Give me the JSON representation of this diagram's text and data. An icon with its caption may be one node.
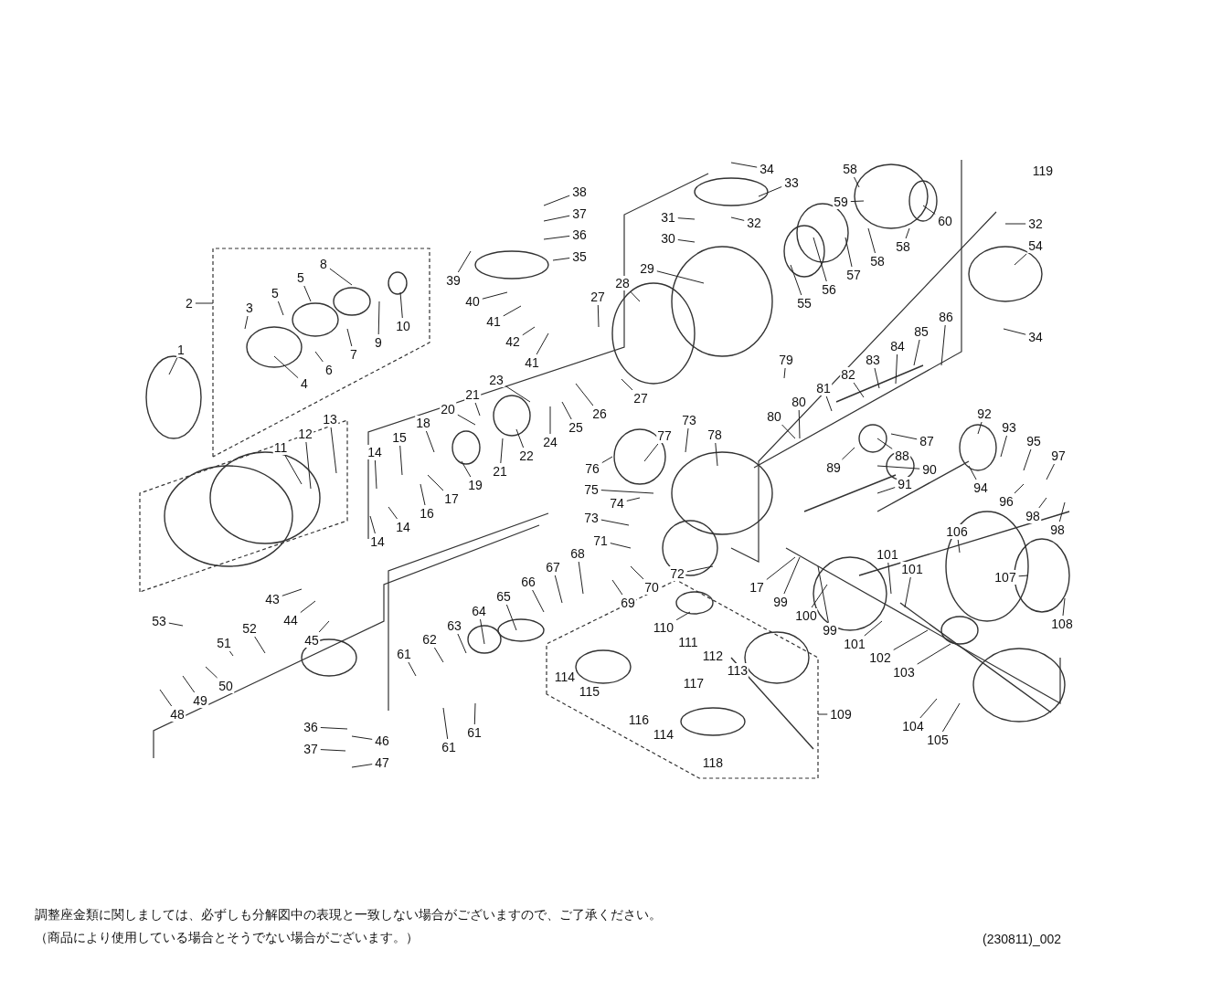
{
  "diagram": {
    "nodes": [
      {
        "text": [
          "1"
        ]
      },
      {
        "text": [
          "2"
        ]
      },
      {
        "text": [
          "3"
        ]
      },
      {
        "text": [
          "4"
        ]
      },
      {
        "text": [
          "5"
        ]
      },
      {
        "text": [
          "5"
        ]
      },
      {
        "text": [
          "6"
        ]
      },
      {
        "text": [
          "7"
        ]
      },
      {
        "text": [
          "8"
        ]
      },
      {
        "text": [
          "9"
        ]
      },
      {
        "text": [
          "10"
        ]
      },
      {
        "text": [
          "11"
        ]
      },
      {
        "text": [
          "12"
        ]
      },
      {
        "text": [
          "13"
        ]
      },
      {
        "text": [
          "14"
        ]
      },
      {
        "text": [
          "14"
        ]
      },
      {
        "text": [
          "14"
        ]
      },
      {
        "text": [
          "15"
        ]
      },
      {
        "text": [
          "16"
        ]
      },
      {
        "text": [
          "17"
        ]
      },
      {
        "text": [
          "17"
        ]
      },
      {
        "text": [
          "18"
        ]
      },
      {
        "text": [
          "19"
        ]
      },
      {
        "text": [
          "20"
        ]
      },
      {
        "text": [
          "21"
        ]
      },
      {
        "text": [
          "21"
        ]
      },
      {
        "text": [
          "22"
        ]
      },
      {
        "text": [
          "23"
        ]
      },
      {
        "text": [
          "24"
        ]
      },
      {
        "text": [
          "25"
        ]
      },
      {
        "text": [
          "26"
        ]
      },
      {
        "text": [
          "27"
        ]
      },
      {
        "text": [
          "27"
        ]
      },
      {
        "text": [
          "28"
        ]
      },
      {
        "text": [
          "29"
        ]
      },
      {
        "text": [
          "30"
        ]
      },
      {
        "text": [
          "31"
        ]
      },
      {
        "text": [
          "32"
        ]
      },
      {
        "text": [
          "32"
        ]
      },
      {
        "text": [
          "33"
        ]
      },
      {
        "text": [
          "34"
        ]
      },
      {
        "text": [
          "34"
        ]
      },
      {
        "text": [
          "35"
        ]
      },
      {
        "text": [
          "36"
        ]
      },
      {
        "text": [
          "36"
        ]
      },
      {
        "text": [
          "37"
        ]
      },
      {
        "text": [
          "37"
        ]
      },
      {
        "text": [
          "38"
        ]
      },
      {
        "text": [
          "39"
        ]
      },
      {
        "text": [
          "40"
        ]
      },
      {
        "text": [
          "41"
        ]
      },
      {
        "text": [
          "41"
        ]
      },
      {
        "text": [
          "42"
        ]
      },
      {
        "text": [
          "43"
        ]
      },
      {
        "text": [
          "44"
        ]
      },
      {
        "text": [
          "45"
        ]
      },
      {
        "text": [
          "46"
        ]
      },
      {
        "text": [
          "47"
        ]
      },
      {
        "text": [
          "48"
        ]
      },
      {
        "text": [
          "49"
        ]
      },
      {
        "text": [
          "50"
        ]
      },
      {
        "text": [
          "51"
        ]
      },
      {
        "text": [
          "52"
        ]
      },
      {
        "text": [
          "53"
        ]
      },
      {
        "text": [
          "54"
        ]
      },
      {
        "text": [
          "55"
        ]
      },
      {
        "text": [
          "56"
        ]
      },
      {
        "text": [
          "57"
        ]
      },
      {
        "text": [
          "58"
        ]
      },
      {
        "text": [
          "58"
        ]
      },
      {
        "text": [
          "58"
        ]
      },
      {
        "text": [
          "59"
        ]
      },
      {
        "text": [
          "60"
        ]
      },
      {
        "text": [
          "61"
        ]
      },
      {
        "text": [
          "61"
        ]
      },
      {
        "text": [
          "61"
        ]
      },
      {
        "text": [
          "62"
        ]
      },
      {
        "text": [
          "63"
        ]
      },
      {
        "text": [
          "64"
        ]
      },
      {
        "text": [
          "65"
        ]
      },
      {
        "text": [
          "66"
        ]
      },
      {
        "text": [
          "67"
        ]
      },
      {
        "text": [
          "68"
        ]
      },
      {
        "text": [
          "69"
        ]
      },
      {
        "text": [
          "70"
        ]
      },
      {
        "text": [
          "71"
        ]
      },
      {
        "text": [
          "72"
        ]
      },
      {
        "text": [
          "73"
        ]
      },
      {
        "text": [
          "73"
        ]
      },
      {
        "text": [
          "74"
        ]
      },
      {
        "text": [
          "75"
        ]
      },
      {
        "text": [
          "76"
        ]
      },
      {
        "text": [
          "77"
        ]
      },
      {
        "text": [
          "78"
        ]
      },
      {
        "text": [
          "79"
        ]
      },
      {
        "text": [
          "80"
        ]
      },
      {
        "text": [
          "80"
        ]
      },
      {
        "text": [
          "81"
        ]
      },
      {
        "text": [
          "82"
        ]
      },
      {
        "text": [
          "83"
        ]
      },
      {
        "text": [
          "84"
        ]
      },
      {
        "text": [
          "85"
        ]
      },
      {
        "text": [
          "86"
        ]
      },
      {
        "text": [
          "87"
        ]
      },
      {
        "text": [
          "88"
        ]
      },
      {
        "text": [
          "89"
        ]
      },
      {
        "text": [
          "90"
        ]
      },
      {
        "text": [
          "91"
        ]
      },
      {
        "text": [
          "92"
        ]
      },
      {
        "text": [
          "93"
        ]
      },
      {
        "text": [
          "94"
        ]
      },
      {
        "text": [
          "95"
        ]
      },
      {
        "text": [
          "96"
        ]
      },
      {
        "text": [
          "97"
        ]
      },
      {
        "text": [
          "98"
        ]
      },
      {
        "text": [
          "98"
        ]
      },
      {
        "text": [
          "99"
        ]
      },
      {
        "text": [
          "99"
        ]
      },
      {
        "text": [
          "100"
        ]
      },
      {
        "text": [
          "101"
        ]
      },
      {
        "text": [
          "101"
        ]
      },
      {
        "text": [
          "101"
        ]
      },
      {
        "text": [
          "102"
        ]
      },
      {
        "text": [
          "103"
        ]
      },
      {
        "text": [
          "104"
        ]
      },
      {
        "text": [
          "105"
        ]
      },
      {
        "text": [
          "106"
        ]
      },
      {
        "text": [
          "107"
        ]
      },
      {
        "text": [
          "108"
        ]
      },
      {
        "text": [
          "109"
        ]
      },
      {
        "text": [
          "110"
        ]
      },
      {
        "text": [
          "111"
        ]
      },
      {
        "text": [
          "112"
        ]
      },
      {
        "text": [
          "113"
        ]
      },
      {
        "text": [
          "114"
        ]
      },
      {
        "text": [
          "114"
        ]
      },
      {
        "text": [
          "115"
        ]
      },
      {
        "text": [
          "116"
        ]
      },
      {
        "text": [
          "117"
        ]
      },
      {
        "text": [
          "118"
        ]
      },
      {
        "text": [
          "119"
        ]
      }
    ],
    "edges": [
      {
        "from": 0,
        "to": null,
        "arrow": "none"
      },
      {
        "from": 1,
        "to": null,
        "arrow": "none"
      },
      {
        "from": 2,
        "to": null,
        "arrow": "none"
      },
      {
        "from": 3,
        "to": null,
        "arrow": "none"
      },
      {
        "from": 4,
        "to": null,
        "arrow": "none"
      },
      {
        "from": 5,
        "to": null,
        "arrow": "none"
      },
      {
        "from": 6,
        "to": null,
        "arrow": "none"
      },
      {
        "from": 7,
        "to": null,
        "arrow": "none"
      },
      {
        "from": 8,
        "to": null,
        "arrow": "none"
      },
      {
        "from": 9,
        "to": null,
        "arrow": "none"
      },
      {
        "from": 10,
        "to": null,
        "arrow": "none"
      },
      {
        "from": 11,
        "to": null,
        "arrow": "none"
      },
      {
        "from": 12,
        "to": null,
        "arrow": "none"
      },
      {
        "from": 13,
        "to": null,
        "arrow": "none"
      },
      {
        "from": 14,
        "to": null,
        "arrow": "none"
      },
      {
        "from": 15,
        "to": null,
        "arrow": "none"
      },
      {
        "from": 16,
        "to": null,
        "arrow": "none"
      },
      {
        "from": 17,
        "to": null,
        "arrow": "none"
      },
      {
        "from": 18,
        "to": null,
        "arrow": "none"
      },
      {
        "from": 19,
        "to": null,
        "arrow": "none"
      },
      {
        "from": 20,
        "to": null,
        "arrow": "none"
      },
      {
        "from": 21,
        "to": null,
        "arrow": "none"
      },
      {
        "from": 22,
        "to": null,
        "arrow": "none"
      },
      {
        "from": 23,
        "to": null,
        "arrow": "none"
      },
      {
        "from": 24,
        "to": null,
        "arrow": "none"
      },
      {
        "from": 25,
        "to": null,
        "arrow": "none"
      },
      {
        "from": 26,
        "to": null,
        "arrow": "none"
      },
      {
        "from": 27,
        "to": null,
        "arrow": "none"
      },
      {
        "from": 28,
        "to": null,
        "arrow": "none"
      },
      {
        "from": 29,
        "to": null,
        "arrow": "none"
      },
      {
        "from": 30,
        "to": null,
        "arrow": "none"
      },
      {
        "from": 31,
        "to": null,
        "arrow": "none"
      },
      {
        "from": 32,
        "to": null,
        "arrow": "none"
      },
      {
        "from": 33,
        "to": null,
        "arrow": "none"
      },
      {
        "from": 34,
        "to": null,
        "arrow": "none"
      },
      {
        "from": 35,
        "to": null,
        "arrow": "none"
      },
      {
        "from": 36,
        "to": null,
        "arrow": "none"
      },
      {
        "from": 37,
        "to": null,
        "arrow": "none"
      },
      {
        "from": 38,
        "to": null,
        "arrow": "none"
      },
      {
        "from": 39,
        "to": null,
        "arrow": "none"
      },
      {
        "from": 40,
        "to": null,
        "arrow": "none"
      },
      {
        "from": 41,
        "to": null,
        "arrow": "none"
      },
      {
        "from": 42,
        "to": null,
        "arrow": "none"
      },
      {
        "from": 43,
        "to": null,
        "arrow": "none"
      },
      {
        "from": 44,
        "to": null,
        "arrow": "none"
      },
      {
        "from": 45,
        "to": null,
        "arrow": "none"
      },
      {
        "from": 46,
        "to": null,
        "arrow": "none"
      },
      {
        "from": 47,
        "to": null,
        "arrow": "none"
      },
      {
        "from": 48,
        "to": null,
        "arrow": "none"
      },
      {
        "from": 49,
        "to": null,
        "arrow": "none"
      },
      {
        "from": 50,
        "to": null,
        "arrow": "none"
      },
      {
        "from": 51,
        "to": null,
        "arrow": "none"
      },
      {
        "from": 52,
        "to": null,
        "arrow": "none"
      },
      {
        "from": 53,
        "to": null,
        "arrow": "none"
      },
      {
        "from": 54,
        "to": null,
        "arrow": "none"
      },
      {
        "from": 55,
        "to": null,
        "arrow": "none"
      },
      {
        "from": 56,
        "to": null,
        "arrow": "none"
      },
      {
        "from": 57,
        "to": null,
        "arrow": "none"
      },
      {
        "from": 58,
        "to": null,
        "arrow": "none"
      },
      {
        "from": 59,
        "to": null,
        "arrow": "none"
      },
      {
        "from": 60,
        "to": null,
        "arrow": "none"
      },
      {
        "from": 61,
        "to": null,
        "arrow": "none"
      },
      {
        "from": 62,
        "to": null,
        "arrow": "none"
      },
      {
        "from": 63,
        "to": null,
        "arrow": "none"
      },
      {
        "from": 64,
        "to": null,
        "arrow": "none"
      },
      {
        "from": 65,
        "to": null,
        "arrow": "none"
      },
      {
        "from": 66,
        "to": null,
        "arrow": "none"
      },
      {
        "from": 67,
        "to": null,
        "arrow": "none"
      },
      {
        "from": 68,
        "to": null,
        "arrow": "none"
      },
      {
        "from": 69,
        "to": null,
        "arrow": "none"
      },
      {
        "from": 70,
        "to": null,
        "arrow": "none"
      },
      {
        "from": 71,
        "to": null,
        "arrow": "none"
      },
      {
        "from": 72,
        "to": null,
        "arrow": "none"
      },
      {
        "from": 73,
        "to": null,
        "arrow": "none"
      },
      {
        "from": 74,
        "to": null,
        "arrow": "none"
      },
      {
        "from": 75,
        "to": null,
        "arrow": "none"
      },
      {
        "from": 76,
        "to": null,
        "arrow": "none"
      },
      {
        "from": 77,
        "to": null,
        "arrow": "none"
      },
      {
        "from": 78,
        "to": null,
        "arrow": "none"
      },
      {
        "from": 79,
        "to": null,
        "arrow": "none"
      },
      {
        "from": 80,
        "to": null,
        "arrow": "none"
      },
      {
        "from": 81,
        "to": null,
        "arrow": "none"
      },
      {
        "from": 82,
        "to": null,
        "arrow": "none"
      },
      {
        "from": 83,
        "to": null,
        "arrow": "none"
      },
      {
        "from": 84,
        "to": null,
        "arrow": "none"
      },
      {
        "from": 85,
        "to": null,
        "arrow": "none"
      },
      {
        "from": 86,
        "to": null,
        "arrow": "none"
      },
      {
        "from": 87,
        "to": null,
        "arrow": "none"
      },
      {
        "from": 88,
        "to": null,
        "arrow": "none"
      },
      {
        "from": 89,
        "to": null,
        "arrow": "none"
      },
      {
        "from": 90,
        "to": null,
        "arrow": "none"
      },
      {
        "from": 91,
        "to": null,
        "arrow": "none"
      },
      {
        "from": 92,
        "to": null,
        "arrow": "none"
      },
      {
        "from": 93,
        "to": null,
        "arrow": "none"
      },
      {
        "from": 94,
        "to": null,
        "arrow": "none"
      },
      {
        "from": 95,
        "to": null,
        "arrow": "none"
      },
      {
        "from": 96,
        "to": null,
        "arrow": "none"
      },
      {
        "from": 97,
        "to": null,
        "arrow": "none"
      },
      {
        "from": 98,
        "to": null,
        "arrow": "none"
      },
      {
        "from": 99,
        "to": null,
        "arrow": "none"
      },
      {
        "from": 100,
        "to": null,
        "arrow": "none"
      },
      {
        "from": 101,
        "to": null,
        "arrow": "none"
      },
      {
        "from": 102,
        "to": null,
        "arrow": "none"
      },
      {
        "from": 103,
        "to": null,
        "arrow": "none"
      },
      {
        "from": 104,
        "to": null,
        "arrow": "none"
      },
      {
        "from": 105,
        "to": null,
        "arrow": "none"
      },
      {
        "from": 106,
        "to": null,
        "arrow": "none"
      },
      {
        "from": 107,
        "to": null,
        "arrow": "none"
      },
      {
        "from": 108,
        "to": null,
        "arrow": "none"
      },
      {
        "from": 109,
        "to": null,
        "arrow": "none"
      },
      {
        "from": 110,
        "to": null,
        "arrow": "none"
      },
      {
        "from": 111,
        "to": null,
        "arrow": "none"
      },
      {
        "from": 112,
        "to": null,
        "arrow": "none"
      },
      {
        "from": 113,
        "to": null,
        "arrow": "none"
      },
      {
        "from": 114,
        "to": null,
        "arrow": "none"
      },
      {
        "from": 115,
        "to": null,
        "arrow": "none"
      },
      {
        "from": 116,
        "to": null,
        "arrow": "none"
      },
      {
        "from": 117,
        "to": null,
        "arrow": "none"
      },
      {
        "from": 118,
        "to": null,
        "arrow": "none"
      },
      {
        "from": 119,
        "to": null,
        "arrow": "none"
      },
      {
        "from": 120,
        "to": null,
        "arrow": "none"
      },
      {
        "from": 121,
        "to": null,
        "arrow": "none"
      },
      {
        "from": 122,
        "to": null,
        "arrow": "none"
      },
      {
        "from": 123,
        "to": null,
        "arrow": "none"
      },
      {
        "from": 124,
        "to": null,
        "arrow": "none"
      },
      {
        "from": 125,
        "to": null,
        "arrow": "none"
      },
      {
        "from": 126,
        "to": null,
        "arrow": "none"
      },
      {
        "from": 127,
        "to": null,
        "arrow": "none"
      },
      {
        "from": 128,
        "to": null,
        "arrow": "none"
      },
      {
        "from": 129,
        "to": null,
        "arrow": "none"
      },
      {
        "from": 130,
        "to": null,
        "arrow": "none"
      }
    ],
    "labels": [
      "調整座金類に関しましては、必ずしも分解図中の表現と一致しない場合がございますので、ご了承ください。",
      "（商品により使用している場合とそうでない場合がございます。）",
      "(230811)_002"
    ]
  }
}
